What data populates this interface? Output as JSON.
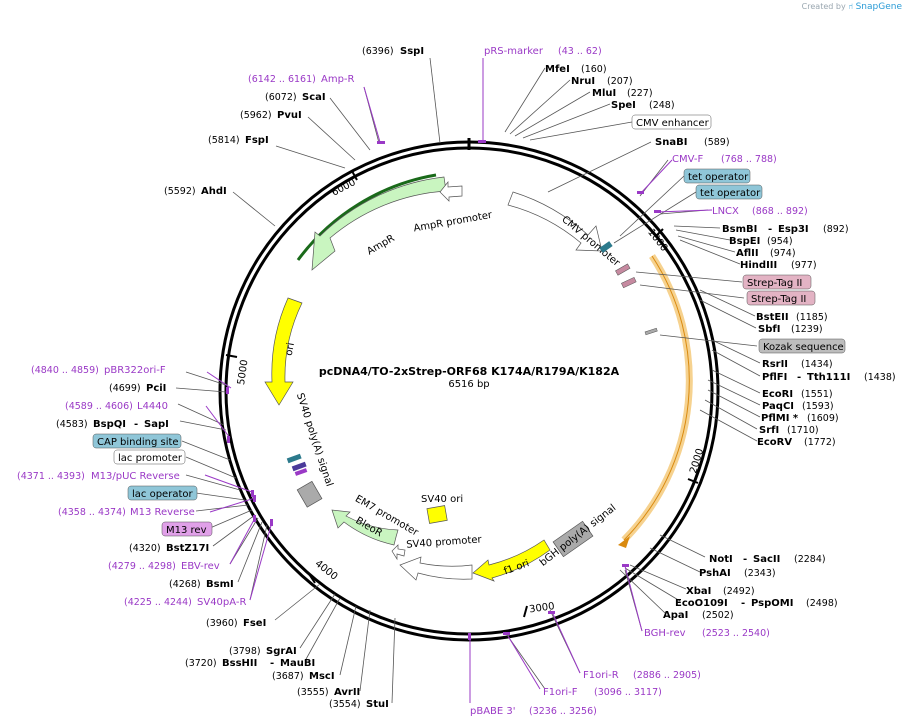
{
  "brand": {
    "created_by": "Created by",
    "name": "SnapGene"
  },
  "plasmid": {
    "name": "pcDNA4/TO-2xStrep-ORF68 K174A/R179A/K182A",
    "length_label": "6516 bp"
  },
  "ticks": [
    {
      "label": "1000"
    },
    {
      "label": "2000"
    },
    {
      "label": "3000"
    },
    {
      "label": "4000"
    },
    {
      "label": "5000"
    },
    {
      "label": "6000"
    }
  ],
  "features": [
    {
      "label": "AmpR promoter"
    },
    {
      "label": "AmpR"
    },
    {
      "label": "CMV promoter"
    },
    {
      "label": "ori"
    },
    {
      "label": "SV40 poly(A) signal"
    },
    {
      "label": "EM7 promoter"
    },
    {
      "label": "BleoR"
    },
    {
      "label": "SV40 ori"
    },
    {
      "label": "SV40 promoter"
    },
    {
      "label": "bGH poly(A) signal"
    },
    {
      "label": "f1 ori"
    }
  ],
  "labels": [
    {
      "pos": "(6396)",
      "name": "SspI"
    },
    {
      "pos": "(6142 .. 6161)",
      "name": "Amp-R"
    },
    {
      "pos": "(6072)",
      "name": "ScaI"
    },
    {
      "pos": "(5962)",
      "name": "PvuI"
    },
    {
      "pos": "(5814)",
      "name": "FspI"
    },
    {
      "pos": "(5592)",
      "name": "AhdI"
    },
    {
      "pos": "(4840 .. 4859)",
      "name": "pBR322ori-F"
    },
    {
      "pos": "(4699)",
      "name": "PciI"
    },
    {
      "pos": "(4589 .. 4606)",
      "name": "L4440"
    },
    {
      "pos": "(4583)",
      "name": "BspQI",
      "name2": "SapI"
    },
    {
      "name": "CAP binding site"
    },
    {
      "name": "lac promoter"
    },
    {
      "pos": "(4371 .. 4393)",
      "name": "M13/pUC Reverse"
    },
    {
      "name": "lac operator"
    },
    {
      "pos": "(4358 .. 4374)",
      "name": "M13 Reverse"
    },
    {
      "name": "M13 rev"
    },
    {
      "pos": "(4320)",
      "name": "BstZ17I"
    },
    {
      "pos": "(4279 .. 4298)",
      "name": "EBV-rev"
    },
    {
      "pos": "(4268)",
      "name": "BsmI"
    },
    {
      "pos": "(4225 .. 4244)",
      "name": "SV40pA-R"
    },
    {
      "pos": "(3960)",
      "name": "FseI"
    },
    {
      "pos": "(3798)",
      "name": "SgrAI"
    },
    {
      "pos": "(3720)",
      "name": "BssHII",
      "name2": "MauBI"
    },
    {
      "pos": "(3687)",
      "name": "MscI"
    },
    {
      "pos": "(3555)",
      "name": "AvrII"
    },
    {
      "pos": "(3554)",
      "name": "StuI"
    },
    {
      "name": "pBABE 3'",
      "pos": "(3236 .. 3256)"
    },
    {
      "name": "F1ori-F",
      "pos": "(3096 .. 3117)"
    },
    {
      "name": "F1ori-R",
      "pos": "(2886 .. 2905)"
    },
    {
      "name": "BGH-rev",
      "pos": "(2523 .. 2540)"
    },
    {
      "name": "ApaI",
      "pos": "(2502)"
    },
    {
      "name": "EcoO109I",
      "name2": "PspOMI",
      "pos": "(2498)"
    },
    {
      "name": "XbaI",
      "pos": "(2492)"
    },
    {
      "name": "PshAI",
      "pos": "(2343)"
    },
    {
      "name": "NotI",
      "name2": "SacII",
      "pos": "(2284)"
    },
    {
      "name": "EcoRV",
      "pos": "(1772)"
    },
    {
      "name": "SrfI",
      "pos": "(1710)"
    },
    {
      "name": "PflMI *",
      "pos": "(1609)"
    },
    {
      "name": "PaqCI",
      "pos": "(1593)"
    },
    {
      "name": "EcoRI",
      "pos": "(1551)"
    },
    {
      "name": "PflFI",
      "name2": "Tth111I",
      "pos": "(1438)"
    },
    {
      "name": "RsrII",
      "pos": "(1434)"
    },
    {
      "name": "Kozak sequence"
    },
    {
      "name": "SbfI",
      "pos": "(1239)"
    },
    {
      "name": "BstEII",
      "pos": "(1185)"
    },
    {
      "name": "Strep-Tag II"
    },
    {
      "name": "Strep-Tag II"
    },
    {
      "name": "HindIII",
      "pos": "(977)"
    },
    {
      "name": "AflII",
      "pos": "(974)"
    },
    {
      "name": "BspEI",
      "pos": "(954)"
    },
    {
      "name": "BsmBI",
      "name2": "Esp3I",
      "pos": "(892)"
    },
    {
      "name": "LNCX",
      "pos": "(868 .. 892)"
    },
    {
      "name": "tet operator"
    },
    {
      "name": "tet operator"
    },
    {
      "name": "CMV-F",
      "pos": "(768 .. 788)"
    },
    {
      "name": "SnaBI",
      "pos": "(589)"
    },
    {
      "name": "CMV enhancer"
    },
    {
      "name": "SpeI",
      "pos": "(248)"
    },
    {
      "name": "MluI",
      "pos": "(227)"
    },
    {
      "name": "NruI",
      "pos": "(207)"
    },
    {
      "name": "MfeI",
      "pos": "(160)"
    },
    {
      "name": "pRS-marker",
      "pos": "(43 .. 62)"
    }
  ],
  "colors": {
    "purple": "#9a39c6",
    "ampr": "#c9f5c0",
    "ori": "#ffff00",
    "grey": "#aaaaaa",
    "tet_box": "#8fc6d8",
    "strep_box": "#e3b3c4",
    "kozak_box": "#bdbdbd",
    "m13rev_box": "#e0a0e8",
    "orf": "#f6d28f"
  }
}
